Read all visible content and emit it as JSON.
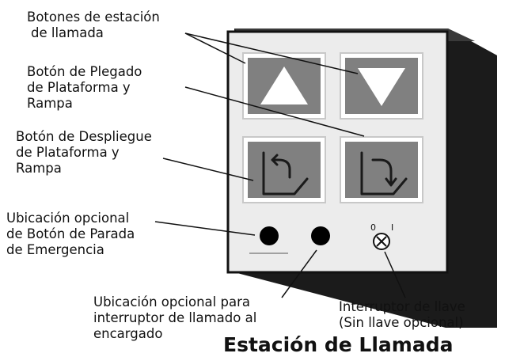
{
  "labels": {
    "call_buttons": [
      "Botones de estación",
      "de llamada"
    ],
    "stow_button": [
      "Botón de Plegado",
      "de Plataforma y",
      "Rampa"
    ],
    "deploy_button": [
      "Botón de Despliegue",
      "de Plataforma y",
      "Rampa"
    ],
    "estop": [
      "Ubicación opcional",
      "de Botón de Parada",
      "de Emergencia"
    ],
    "attendant_call": [
      "Ubicación opcional para",
      "interruptor de llamado al",
      "encargado"
    ],
    "key_switch": [
      "Interruptor de llave",
      "(Sin llave opcional)"
    ]
  },
  "key_positions": {
    "off": "0",
    "on": "I"
  },
  "caption": "Estación de Llamada",
  "colors": {
    "panel_face": "#ececec",
    "button_fill": "#808080",
    "button_frame": "#c8c8c8",
    "housing_side": "#1b1b1b",
    "symbol": "#ffffff"
  },
  "icons": {
    "up": "triangle-up-icon",
    "down": "triangle-down-icon",
    "stow": "stow-arrow-icon",
    "deploy": "deploy-arrow-icon",
    "key": "key-switch-icon"
  }
}
